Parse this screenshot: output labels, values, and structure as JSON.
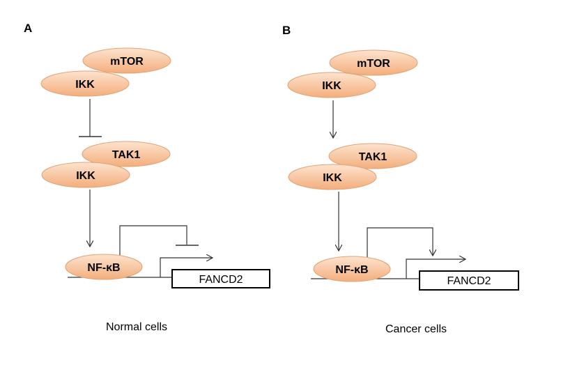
{
  "panels": [
    {
      "letter": "A",
      "nodes": {
        "mtor": "mTOR",
        "ikk_top": "IKK",
        "tak1": "TAK1",
        "ikk_bottom": "IKK",
        "nfkb": "NF-κB"
      },
      "gene": "FANCD2",
      "caption": "Normal cells",
      "ikk_to_tak1_effect": "inhibition",
      "nfkb_feedback_effect": "inhibition"
    },
    {
      "letter": "B",
      "nodes": {
        "mtor": "mTOR",
        "ikk_top": "IKK",
        "tak1": "TAK1",
        "ikk_bottom": "IKK",
        "nfkb": "NF-κB"
      },
      "gene": "FANCD2",
      "caption": "Cancer cells",
      "ikk_to_tak1_effect": "activation",
      "nfkb_feedback_effect": "activation"
    }
  ],
  "colors": {
    "node_fill_light": "#fbd9bf",
    "node_fill_dark": "#f2ae7c",
    "node_stroke": "#e0a374",
    "line": "#333333"
  }
}
